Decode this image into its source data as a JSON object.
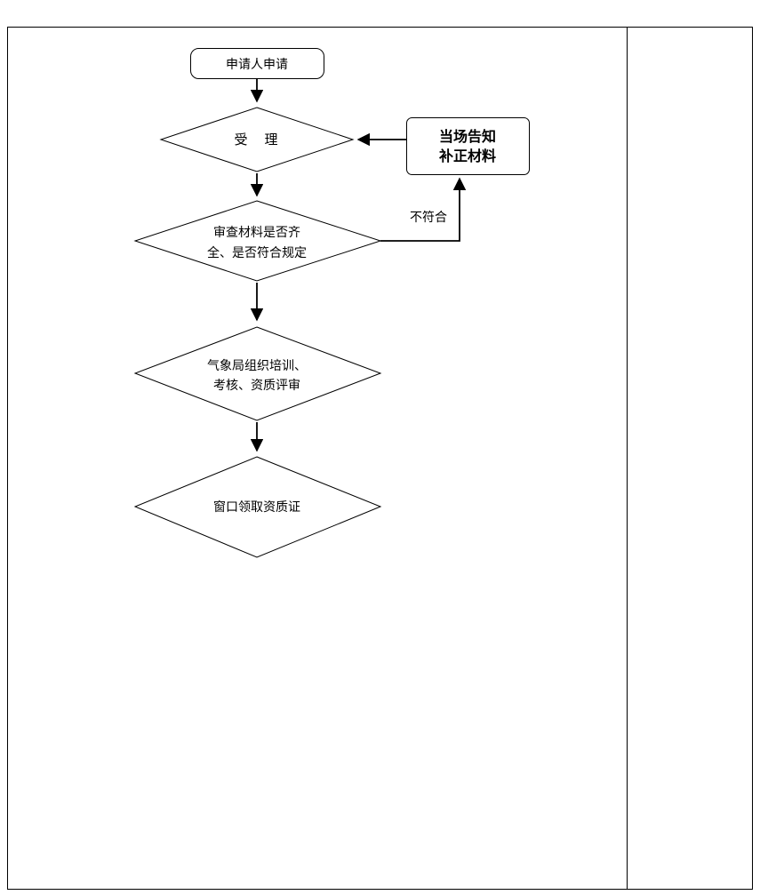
{
  "colors": {
    "background": "#ffffff",
    "line": "#000000",
    "text": "#000000"
  },
  "flowchart": {
    "start": {
      "label": "申请人申请"
    },
    "accept": {
      "label": "受　理"
    },
    "notify": {
      "line1": "当场告知",
      "line2": "补正材料"
    },
    "review": {
      "line1": "审查材料是否齐",
      "line2": "全、是否符合规定"
    },
    "training": {
      "line1": "气象局组织培训、",
      "line2": "考核、资质评审"
    },
    "collect": {
      "label": "窗口领取资质证"
    },
    "edge_labels": {
      "not_compliant": "不符合"
    }
  }
}
